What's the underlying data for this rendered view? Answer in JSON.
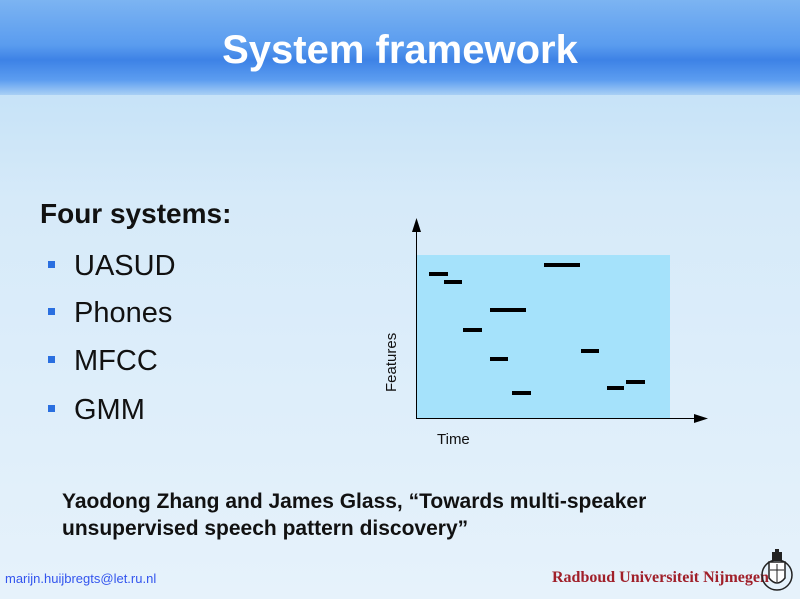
{
  "title": "System framework",
  "subheading": "Four systems:",
  "bullets": [
    "UASUD",
    "Phones",
    "MFCC",
    "GMM"
  ],
  "diagram": {
    "y_label": "Features",
    "x_label": "Time"
  },
  "citation": {
    "line1": "Yaodong Zhang and James Glass, “Towards multi-speaker",
    "line2": "unsupervised speech pattern discovery”"
  },
  "footer": {
    "email": "marijn.huijbregts@let.ru.nl",
    "university": "Radboud Universiteit Nijmegen"
  }
}
